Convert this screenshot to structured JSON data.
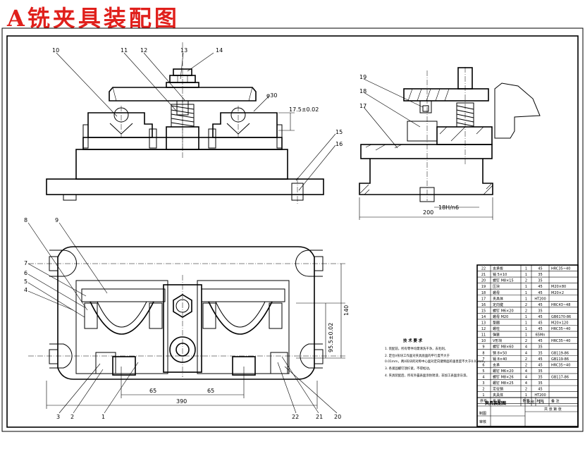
{
  "title": "A铣夹具装配图",
  "part_labels_front": [
    "10",
    "11",
    "12",
    "13",
    "14",
    "15",
    "16"
  ],
  "part_labels_side": [
    "19",
    "18",
    "17"
  ],
  "part_labels_plan_left": [
    "8",
    "9",
    "7",
    "6",
    "5",
    "4"
  ],
  "part_labels_plan_bottom": [
    "3",
    "2",
    "1",
    "22",
    "21",
    "20"
  ],
  "dims": {
    "phi30": "φ30",
    "tol": "17.5±0.02",
    "fit": "18H/n6",
    "w200": "200",
    "d140": "140",
    "d95": "95.5±0.02",
    "d65a": "65",
    "d65b": "65",
    "d390": "390"
  },
  "bom": [
    {
      "no": "22",
      "name": "支承板",
      "qty": "1",
      "mat": "45",
      "note": "HRC35~40"
    },
    {
      "no": "21",
      "name": "销 5×10",
      "qty": "1",
      "mat": "35",
      "note": ""
    },
    {
      "no": "20",
      "name": "螺钉 M8×15",
      "qty": "2",
      "mat": "35",
      "note": ""
    },
    {
      "no": "19",
      "name": "压块",
      "qty": "1",
      "mat": "45",
      "note": "M20×80"
    },
    {
      "no": "18",
      "name": "螺母",
      "qty": "1",
      "mat": "45",
      "note": "M20×2"
    },
    {
      "no": "17",
      "name": "夹具体",
      "qty": "1",
      "mat": "HT200",
      "note": ""
    },
    {
      "no": "16",
      "name": "定向键",
      "qty": "2",
      "mat": "45",
      "note": "HRC43~48"
    },
    {
      "no": "15",
      "name": "螺钉 M6×20",
      "qty": "2",
      "mat": "35",
      "note": ""
    },
    {
      "no": "14",
      "name": "螺母 M20",
      "qty": "1",
      "mat": "45",
      "note": "GB6170-86"
    },
    {
      "no": "13",
      "name": "垫圈",
      "qty": "1",
      "mat": "45",
      "note": "M20×120"
    },
    {
      "no": "12",
      "name": "螺柱",
      "qty": "1",
      "mat": "45",
      "note": "HRC35~40"
    },
    {
      "no": "11",
      "name": "弹簧",
      "qty": "1",
      "mat": "65Mn",
      "note": ""
    },
    {
      "no": "10",
      "name": "V形块",
      "qty": "2",
      "mat": "45",
      "note": "HRC35~40"
    },
    {
      "no": "9",
      "name": "螺钉 M8×60",
      "qty": "4",
      "mat": "35",
      "note": ""
    },
    {
      "no": "8",
      "name": "销 8×50",
      "qty": "4",
      "mat": "35",
      "note": "GB119-86"
    },
    {
      "no": "7",
      "name": "销 8×40",
      "qty": "2",
      "mat": "45",
      "note": "GB119-86"
    },
    {
      "no": "6",
      "name": "支承",
      "qty": "2",
      "mat": "45",
      "note": "HRC35~40"
    },
    {
      "no": "5",
      "name": "螺钉 M6×20",
      "qty": "4",
      "mat": "35",
      "note": ""
    },
    {
      "no": "4",
      "name": "螺钉 M8×26",
      "qty": "4",
      "mat": "35",
      "note": "GB117-86"
    },
    {
      "no": "3",
      "name": "螺钉 M8×25",
      "qty": "4",
      "mat": "35",
      "note": ""
    },
    {
      "no": "2",
      "name": "定位销",
      "qty": "2",
      "mat": "45",
      "note": ""
    },
    {
      "no": "1",
      "name": "夹具体",
      "qty": "1",
      "mat": "HT200",
      "note": ""
    }
  ],
  "bom_header": {
    "no": "序号",
    "name": "名 称",
    "qty": "数量",
    "mat": "材料",
    "note": "备 注"
  },
  "title_block": {
    "name": "夹具装配图",
    "scale_label": "比例",
    "scale": "1:1",
    "sheet_label": "共 张 第 张",
    "drawn": "制图",
    "checked": "审核"
  },
  "notes": {
    "heading": "技 术 要 求",
    "items": [
      "1. 装配前，所有零件均需清洗干净，去毛刺。",
      "2. 定位V形块工作面对夹具底面的平行度不大于",
      "0.01mm，两V形块的对称中心面对定向键侧面的垂直度不大于0.02mm。",
      "3. 各紧固螺钉须拧紧，不得松动。",
      "4. 夹具装配后，所有外露表面涂防锈漆，非加工表面涂灰漆。"
    ]
  }
}
